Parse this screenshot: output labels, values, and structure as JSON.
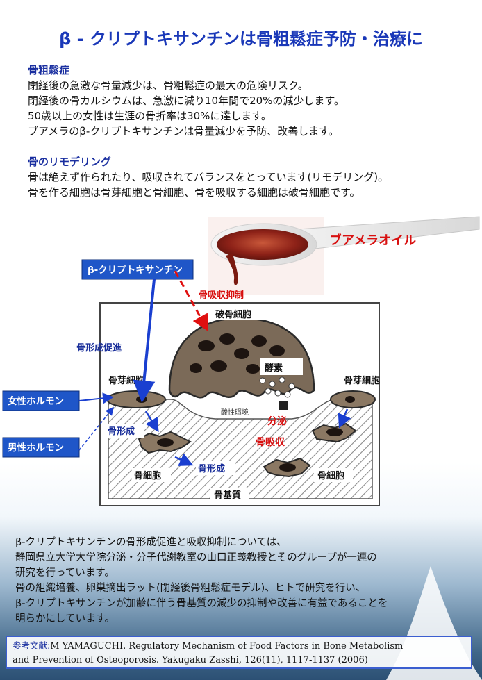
{
  "title": "β - クリプトキサンチンは骨粗鬆症予防・治療に",
  "intro": {
    "osteoporosis_heading": "骨粗鬆症",
    "osteoporosis_lines": [
      "閉経後の急激な骨量減少は、骨粗鬆症の最大の危険リスク。",
      "閉経後の骨カルシウムは、急激に減り10年間で20%の減少します。",
      "50歳以上の女性は生涯の骨折率は30%に達します。",
      "ブアメラのβ-クリプトキサンチンは骨量減少を予防、改善します。"
    ],
    "remodeling_heading": "骨のリモデリング",
    "remodeling_lines": [
      "骨は絶えず作られたり、吸収されてバランスをとっています(リモデリング)。",
      "骨を作る細胞は骨芽細胞と骨細胞、骨を吸収する細胞は破骨細胞です。"
    ]
  },
  "diagram": {
    "oil_label": "ブアメラオイル",
    "crypto_label": "β-クリプトキサンチン",
    "suppress_label": "骨吸収抑制",
    "osteoclast_label": "破骨細胞",
    "promote_label": "骨形成促進",
    "enzyme_label": "酵素",
    "osteoblast_left": "骨芽細胞",
    "osteoblast_right": "骨芽細胞",
    "female_hormone": "女性ホルモン",
    "male_hormone": "男性ホルモン",
    "acid_label": "酸性環境",
    "secretion_label": "分泌",
    "resorption_label": "骨吸収",
    "formation_label_1": "骨形成",
    "formation_label_2": "骨形成",
    "osteocyte_left": "骨細胞",
    "osteocyte_right": "骨細胞",
    "matrix_label": "骨基質"
  },
  "bottom_lines": [
    "β-クリプトキサンチンの骨形成促進と吸収抑制については、",
    "静岡県立大学大学院分泌・分子代謝教室の山口正義教授とそのグループが一連の",
    "研究を行っています。",
    "骨の組織培養、卵巣摘出ラット(閉経後骨粗鬆症モデル)、ヒトで研究を行い、",
    "β-クリプトキサンチンが加齢に伴う骨基質の減少の抑制や改善に有益であることを",
    "明らかにしています。"
  ],
  "reference": {
    "label": "参考文献:",
    "line1": "M YAMAGUCHI. Regulatory Mechanism of Food Factors in Bone Metabolism",
    "line2": "and Prevention of Osteoporosis. Yakugaku Zasshi, 126(11), 1117-1137 (2006)"
  },
  "colors": {
    "title_blue": "#1a38b8",
    "heading_blue": "#1a2fa0",
    "accent_red": "#d81010",
    "box_blue": "#1f56c8"
  }
}
